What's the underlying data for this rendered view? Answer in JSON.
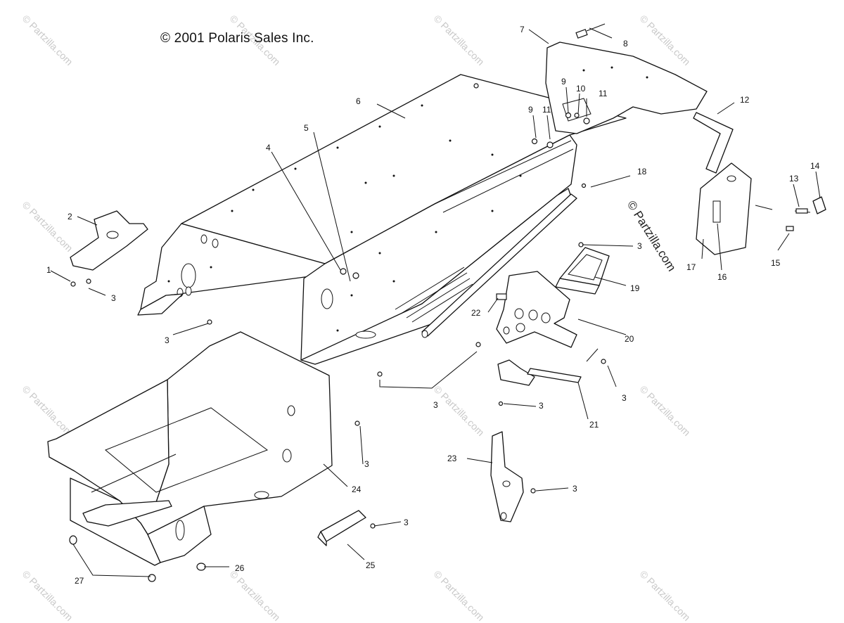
{
  "copyright": "© 2001 Polaris Sales Inc.",
  "watermark": "© Partzilla.com",
  "watermark_large": "© Partzilla.com",
  "callouts": [
    {
      "id": "c1",
      "label": "1"
    },
    {
      "id": "c2",
      "label": "2"
    },
    {
      "id": "c3a",
      "label": "3"
    },
    {
      "id": "c3b",
      "label": "3"
    },
    {
      "id": "c3c",
      "label": "3"
    },
    {
      "id": "c3d",
      "label": "3"
    },
    {
      "id": "c3e",
      "label": "3"
    },
    {
      "id": "c3f",
      "label": "3"
    },
    {
      "id": "c3g",
      "label": "3"
    },
    {
      "id": "c3h",
      "label": "3"
    },
    {
      "id": "c3i",
      "label": "3"
    },
    {
      "id": "c4",
      "label": "4"
    },
    {
      "id": "c5",
      "label": "5"
    },
    {
      "id": "c6",
      "label": "6"
    },
    {
      "id": "c7",
      "label": "7"
    },
    {
      "id": "c8",
      "label": "8"
    },
    {
      "id": "c9a",
      "label": "9"
    },
    {
      "id": "c9b",
      "label": "9"
    },
    {
      "id": "c10",
      "label": "10"
    },
    {
      "id": "c11a",
      "label": "11"
    },
    {
      "id": "c11b",
      "label": "11"
    },
    {
      "id": "c12",
      "label": "12"
    },
    {
      "id": "c13",
      "label": "13"
    },
    {
      "id": "c14",
      "label": "14"
    },
    {
      "id": "c15",
      "label": "15"
    },
    {
      "id": "c16",
      "label": "16"
    },
    {
      "id": "c17",
      "label": "17"
    },
    {
      "id": "c18",
      "label": "18"
    },
    {
      "id": "c19",
      "label": "19"
    },
    {
      "id": "c20",
      "label": "20"
    },
    {
      "id": "c21",
      "label": "21"
    },
    {
      "id": "c22",
      "label": "22"
    },
    {
      "id": "c23",
      "label": "23"
    },
    {
      "id": "c24",
      "label": "24"
    },
    {
      "id": "c25",
      "label": "25"
    },
    {
      "id": "c26",
      "label": "26"
    },
    {
      "id": "c27",
      "label": "27"
    }
  ]
}
